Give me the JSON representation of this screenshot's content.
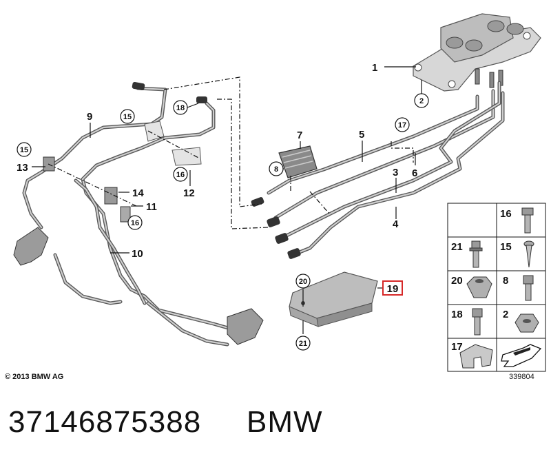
{
  "callouts": {
    "c1": "1",
    "c2": "2",
    "c3": "3",
    "c4": "4",
    "c5": "5",
    "c6": "6",
    "c7": "7",
    "c8": "8",
    "c9": "9",
    "c10": "10",
    "c11": "11",
    "c12": "12",
    "c13": "13",
    "c14": "14",
    "c15a": "15",
    "c15b": "15",
    "c16a": "16",
    "c16b": "16",
    "c17": "17",
    "c18": "18",
    "c19": "19",
    "c20": "20",
    "c21": "21"
  },
  "highlight_color": "#d62828",
  "hardware_grid": {
    "cells": [
      "16",
      "21",
      "15",
      "20",
      "8",
      "18",
      "2",
      "17"
    ]
  },
  "footer": {
    "copyright": "© 2013 BMW AG",
    "diagram_id": "339804"
  },
  "caption": {
    "part_number": "37146875388",
    "brand": "BMW"
  }
}
